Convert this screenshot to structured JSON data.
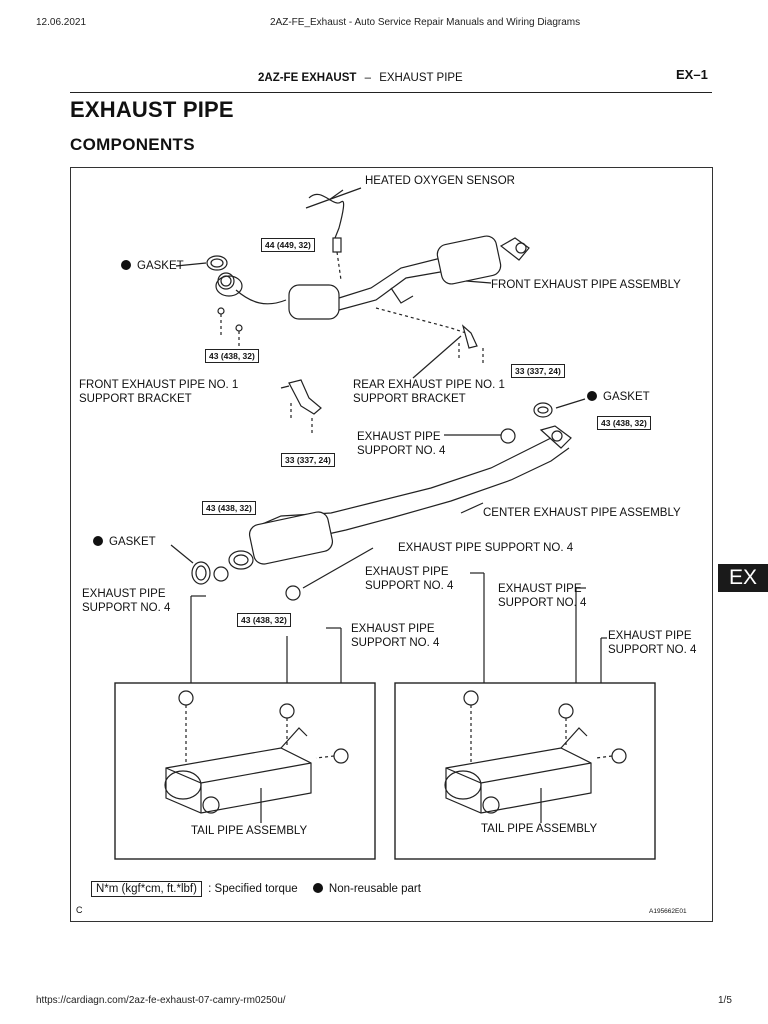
{
  "browser": {
    "date": "12.06.2021",
    "page_title": "2AZ-FE_Exhaust - Auto Service Repair Manuals and Wiring Diagrams",
    "url": "https://cardiagn.com/2az-fe-exhaust-07-camry-rm0250u/",
    "page_count": "1/5"
  },
  "header": {
    "section_bold": "2AZ-FE EXHAUST",
    "dash": "–",
    "section_rest": "EXHAUST PIPE",
    "page_code": "EX–1"
  },
  "title": "EXHAUST PIPE",
  "subtitle": "COMPONENTS",
  "side_tab": "EX",
  "labels": {
    "heated_oxygen_sensor": "HEATED OXYGEN SENSOR",
    "gasket": "GASKET",
    "front_exhaust_pipe_assembly": "FRONT EXHAUST PIPE ASSEMBLY",
    "front_bracket_1": "FRONT EXHAUST PIPE NO. 1",
    "front_bracket_2": "SUPPORT BRACKET",
    "rear_bracket_1": "REAR EXHAUST PIPE NO. 1",
    "rear_bracket_2": "SUPPORT BRACKET",
    "exhaust_pipe": "EXHAUST PIPE",
    "support_no4": "SUPPORT NO. 4",
    "exhaust_pipe_support_no4": "EXHAUST PIPE SUPPORT NO. 4",
    "center_exhaust_pipe_assembly": "CENTER EXHAUST PIPE ASSEMBLY",
    "tail_pipe_assembly": "TAIL PIPE ASSEMBLY"
  },
  "torques": {
    "t44": "44 (449, 32)",
    "t43": "43 (438, 32)",
    "t33": "33 (337, 24)"
  },
  "legend": {
    "unit": "N*m (kgf*cm, ft.*lbf)",
    "specified": ": Specified torque",
    "nonreusable": "Non-reusable part"
  },
  "figure_corner_letter": "C",
  "figure_code": "A195662E01"
}
